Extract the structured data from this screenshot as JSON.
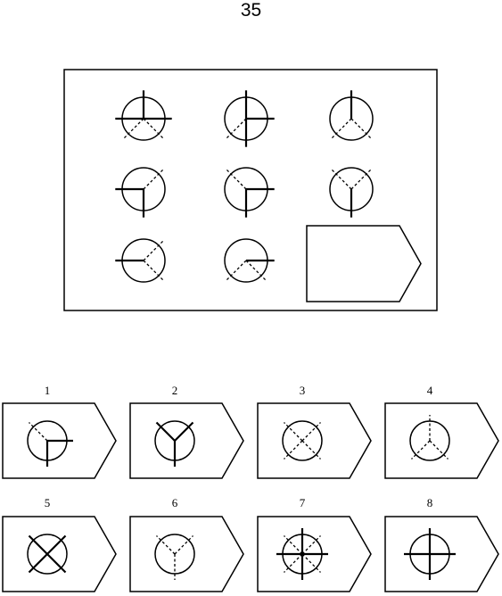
{
  "page": {
    "number": "35"
  },
  "matrix": {
    "cells": [
      {
        "solid": [
          0,
          90,
          270
        ],
        "dashed": [
          135,
          225
        ]
      },
      {
        "solid": [
          0,
          90,
          180
        ],
        "dashed": [
          225
        ]
      },
      {
        "solid": [
          0
        ],
        "dashed": [
          135,
          225
        ]
      },
      {
        "solid": [
          180,
          270
        ],
        "dashed": [
          45
        ]
      },
      {
        "solid": [
          90,
          180
        ],
        "dashed": [
          315
        ]
      },
      {
        "solid": [
          180
        ],
        "dashed": [
          45,
          315
        ]
      },
      {
        "solid": [
          270
        ],
        "dashed": [
          45,
          135
        ]
      },
      {
        "solid": [
          90
        ],
        "dashed": [
          135,
          225
        ]
      },
      {
        "missing": true
      }
    ]
  },
  "options": [
    {
      "number": "1",
      "solid": [
        90,
        180
      ],
      "dashed": [
        315
      ]
    },
    {
      "number": "2",
      "solid": [
        45,
        180,
        315
      ],
      "dashed": []
    },
    {
      "number": "3",
      "solid": [],
      "dashed": [
        45,
        135,
        225,
        315
      ]
    },
    {
      "number": "4",
      "solid": [],
      "dashed": [
        0,
        135,
        225
      ]
    },
    {
      "number": "5",
      "solid": [
        45,
        135,
        225,
        315
      ],
      "dashed": []
    },
    {
      "number": "6",
      "solid": [],
      "dashed": [
        45,
        180,
        315
      ]
    },
    {
      "number": "7",
      "solid": [
        0,
        90,
        180,
        270
      ],
      "dashed": [
        45,
        135,
        225,
        315
      ]
    },
    {
      "number": "8",
      "solid": [
        0,
        90,
        180,
        270
      ],
      "dashed": []
    }
  ]
}
